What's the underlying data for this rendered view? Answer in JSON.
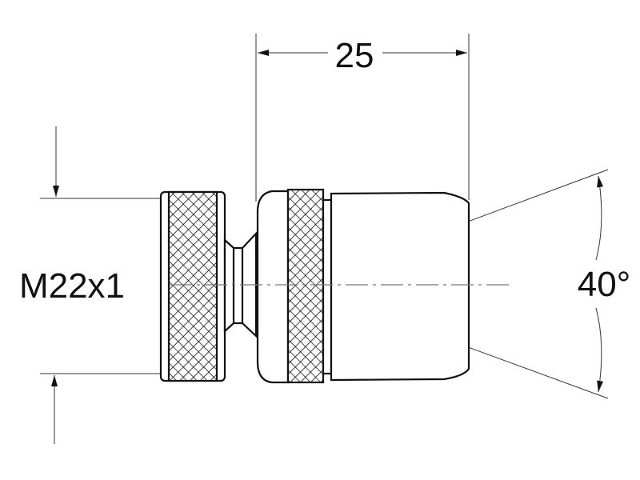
{
  "dimensions": {
    "length": "25",
    "angle": "40°",
    "thread": "M22x1"
  },
  "colors": {
    "line": "#111111",
    "thin": "#333333",
    "centerline": "#888888"
  }
}
